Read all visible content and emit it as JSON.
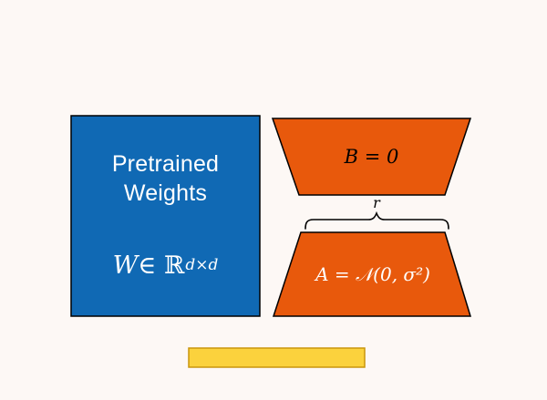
{
  "page": {
    "background": "#fdf8f5"
  },
  "shapes": {
    "pretrained_box": {
      "label_line1": "Pretrained",
      "label_line2": "Weights",
      "formula_var": "W",
      "formula_rel": " ∈ ℝ",
      "formula_sup": "d×d",
      "fill": "#1069b4",
      "text_color": "#ffffff",
      "outline": "#000000"
    },
    "b_trapezoid": {
      "label": "B = 0",
      "fill": "#e8590c",
      "text_color": "#000000",
      "outline": "#000000"
    },
    "rank_brace": {
      "label": "r"
    },
    "a_trapezoid": {
      "label": "A = 𝒩(0, σ²)",
      "fill": "#e8590c",
      "text_color": "#ffffff",
      "outline": "#000000"
    },
    "bottom_bar": {
      "fill": "#fbd23d",
      "border": "#c9960c"
    }
  }
}
